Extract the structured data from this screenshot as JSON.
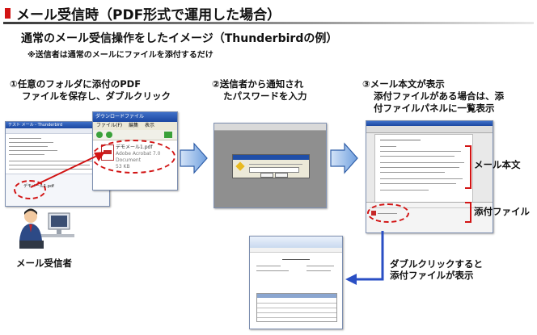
{
  "header": {
    "title": "メール受信時（PDF形式で運用した場合）",
    "subtitle": "通常のメール受信操作をしたイメージ（Thunderbirdの例）",
    "note": "※送信者は通常のメールにファイルを添付するだけ"
  },
  "steps": {
    "step1_line1": "①任意のフォルダに添付のPDF",
    "step1_line2": "ファイルを保存し、ダブルクリック",
    "step2_line1": "②送信者から通知され",
    "step2_line2": "たパスワードを入力",
    "step3_line1": "③メール本文が表示",
    "step3_line2": "添付ファイルがある場合は、添",
    "step3_line3": "付ファイルパネルに一覧表示"
  },
  "labels": {
    "mail_body": "メール本文",
    "attachment": "添付ファイル",
    "receiver": "メール受信者",
    "dblclick_line1": "ダブルクリックすると",
    "dblclick_line2": "添付ファイルが表示"
  },
  "screenshot1": {
    "mail_title": "テスト メール - Thunderbird",
    "download_title": "ダウンロードファイル",
    "menu_file": "ファイル(F)",
    "menu_edit": "編集",
    "menu_view": "表示",
    "file_name": "デモメール1.pdf",
    "file_type": "Adobe Acrobat 7.0 Document",
    "file_size": "53 KB",
    "attach_name": "デモメール1.pdf"
  },
  "colors": {
    "accent_red": "#d21414",
    "arrow_blue": "#2a4fc4",
    "flow_arrow": "#6f9fde"
  }
}
